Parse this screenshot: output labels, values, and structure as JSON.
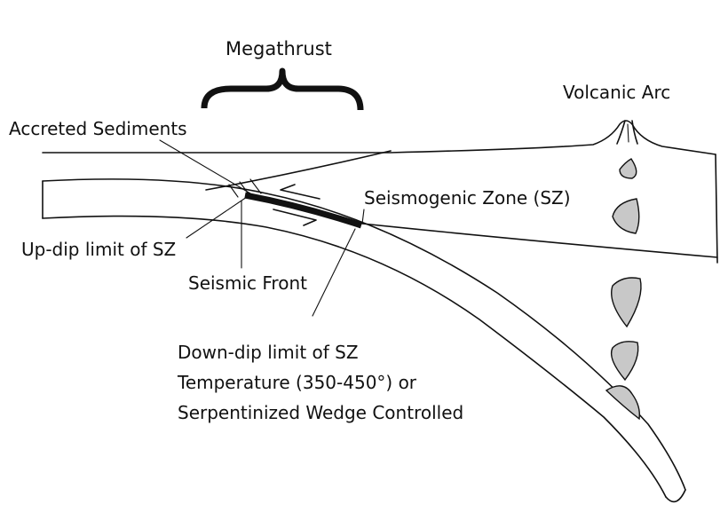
{
  "labels": {
    "megathrust": "Megathrust",
    "volcanic_arc": "Volcanic Arc",
    "accreted_sediments": "Accreted Sediments",
    "seismogenic_zone": "Seismogenic Zone (SZ)",
    "up_dip_limit": "Up-dip limit of SZ",
    "seismic_front": "Seismic Front",
    "down_dip_line1": "Down-dip limit of SZ",
    "down_dip_line2": "Temperature (350-450°) or",
    "down_dip_line3": "Serpentinized Wedge Controlled"
  },
  "colors": {
    "ink": "#111111",
    "magma_fill": "#c8c8c8",
    "background": "#ffffff"
  }
}
